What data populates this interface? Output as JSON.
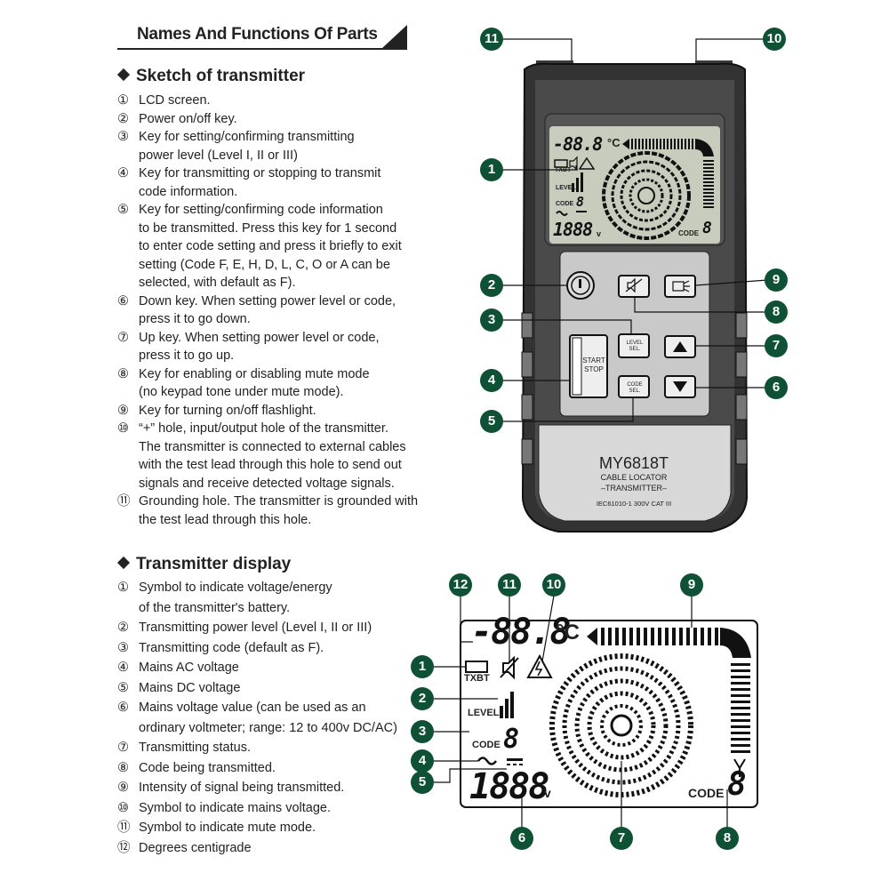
{
  "header": {
    "title": "Names And Functions Of Parts"
  },
  "transmitter_sketch": {
    "title": "Sketch of transmitter",
    "items": [
      {
        "num": "①",
        "lines": [
          "LCD screen."
        ]
      },
      {
        "num": "②",
        "lines": [
          "Power on/off key."
        ]
      },
      {
        "num": "③",
        "lines": [
          "Key for setting/confirming transmitting",
          "power level (Level I, II or III)"
        ]
      },
      {
        "num": "④",
        "lines": [
          "Key for transmitting or stopping to transmit",
          "code information."
        ]
      },
      {
        "num": "⑤",
        "lines": [
          "Key for setting/confirming code information",
          "to be transmitted. Press this key for 1 second",
          "to enter code setting and press it briefly to exit",
          "setting (Code F, E, H, D, L, C, O or A can be",
          "selected, with default as F)."
        ]
      },
      {
        "num": "⑥",
        "lines": [
          "Down key. When setting power level or code,",
          "press it to go down."
        ]
      },
      {
        "num": "⑦",
        "lines": [
          "Up key. When setting power level or code,",
          "press it to go up."
        ]
      },
      {
        "num": "⑧",
        "lines": [
          "Key for enabling or disabling mute mode",
          "(no keypad tone under mute mode)."
        ]
      },
      {
        "num": "⑨",
        "lines": [
          "Key for turning on/off flashlight."
        ]
      },
      {
        "num": "⑩",
        "lines": [
          "“+” hole, input/output hole of the transmitter.",
          "The transmitter is connected to external cables",
          "with the test lead through this hole to send out",
          "signals and receive detected voltage signals."
        ]
      },
      {
        "num": "⑪",
        "lines": [
          "Grounding hole. The transmitter is grounded with",
          "the test lead through this hole."
        ]
      }
    ]
  },
  "transmitter_display": {
    "title": "Transmitter display",
    "items": [
      {
        "num": "①",
        "lines": [
          "Symbol to indicate voltage/energy",
          "of the transmitter's battery."
        ]
      },
      {
        "num": "②",
        "lines": [
          "Transmitting power level (Level I, II or III)"
        ]
      },
      {
        "num": "③",
        "lines": [
          "Transmitting code (default as F)."
        ]
      },
      {
        "num": "④",
        "lines": [
          "Mains AC voltage"
        ]
      },
      {
        "num": "⑤",
        "lines": [
          "Mains DC voltage"
        ]
      },
      {
        "num": "⑥",
        "lines": [
          "Mains voltage value (can be used as an",
          "ordinary voltmeter; range: 12 to 400v DC/AC)"
        ]
      },
      {
        "num": "⑦",
        "lines": [
          "Transmitting status."
        ]
      },
      {
        "num": "⑧",
        "lines": [
          "Code being transmitted."
        ]
      },
      {
        "num": "⑨",
        "lines": [
          "Intensity of signal being transmitted."
        ]
      },
      {
        "num": "⑩",
        "lines": [
          "Symbol to indicate mains voltage."
        ]
      },
      {
        "num": "⑪",
        "lines": [
          "Symbol to indicate mute mode."
        ]
      },
      {
        "num": "⑫",
        "lines": [
          "Degrees centigrade"
        ]
      }
    ]
  },
  "device": {
    "model": "MY6818T",
    "subtitle1": "CABLE LOCATOR",
    "subtitle2": "–TRANSMITTER–",
    "rating": "IEC61010-1 300V CAT III",
    "btn_level": "LEVEL SEL.",
    "btn_start": "START",
    "btn_stop": "STOP",
    "btn_code": "CODE SEL.",
    "badges": {
      "b1": "1",
      "b2": "2",
      "b3": "3",
      "b4": "4",
      "b5": "5",
      "b6": "6",
      "b7": "7",
      "b8": "8",
      "b9": "9",
      "b10": "10",
      "b11": "11"
    }
  },
  "lcd_small": {
    "temp": "-88.8",
    "temp_unit": "°C",
    "txbt": "TXBT",
    "level": "LEVEL",
    "code_label": "CODE",
    "code_digit": "8",
    "volt": "1888",
    "volt_unit": "v",
    "code_label2": "CODE",
    "code_digit2": "8"
  },
  "lcd_large": {
    "temp": "-88.8",
    "temp_unit": "°C",
    "txbt": "TXBT",
    "level": "LEVEL",
    "code_label": "CODE",
    "code_digit": "8",
    "volt": "1888",
    "volt_unit": "v",
    "code_label2": "CODE",
    "code_digit2": "8",
    "badges": {
      "b1": "1",
      "b2": "2",
      "b3": "3",
      "b4": "4",
      "b5": "5",
      "b6": "6",
      "b7": "7",
      "b8": "8",
      "b9": "9",
      "b10": "10",
      "b11": "11",
      "b12": "12"
    }
  },
  "colors": {
    "badge": "#0f5135",
    "lcd": "#c8ccbd",
    "body": "#2a2a2a"
  }
}
